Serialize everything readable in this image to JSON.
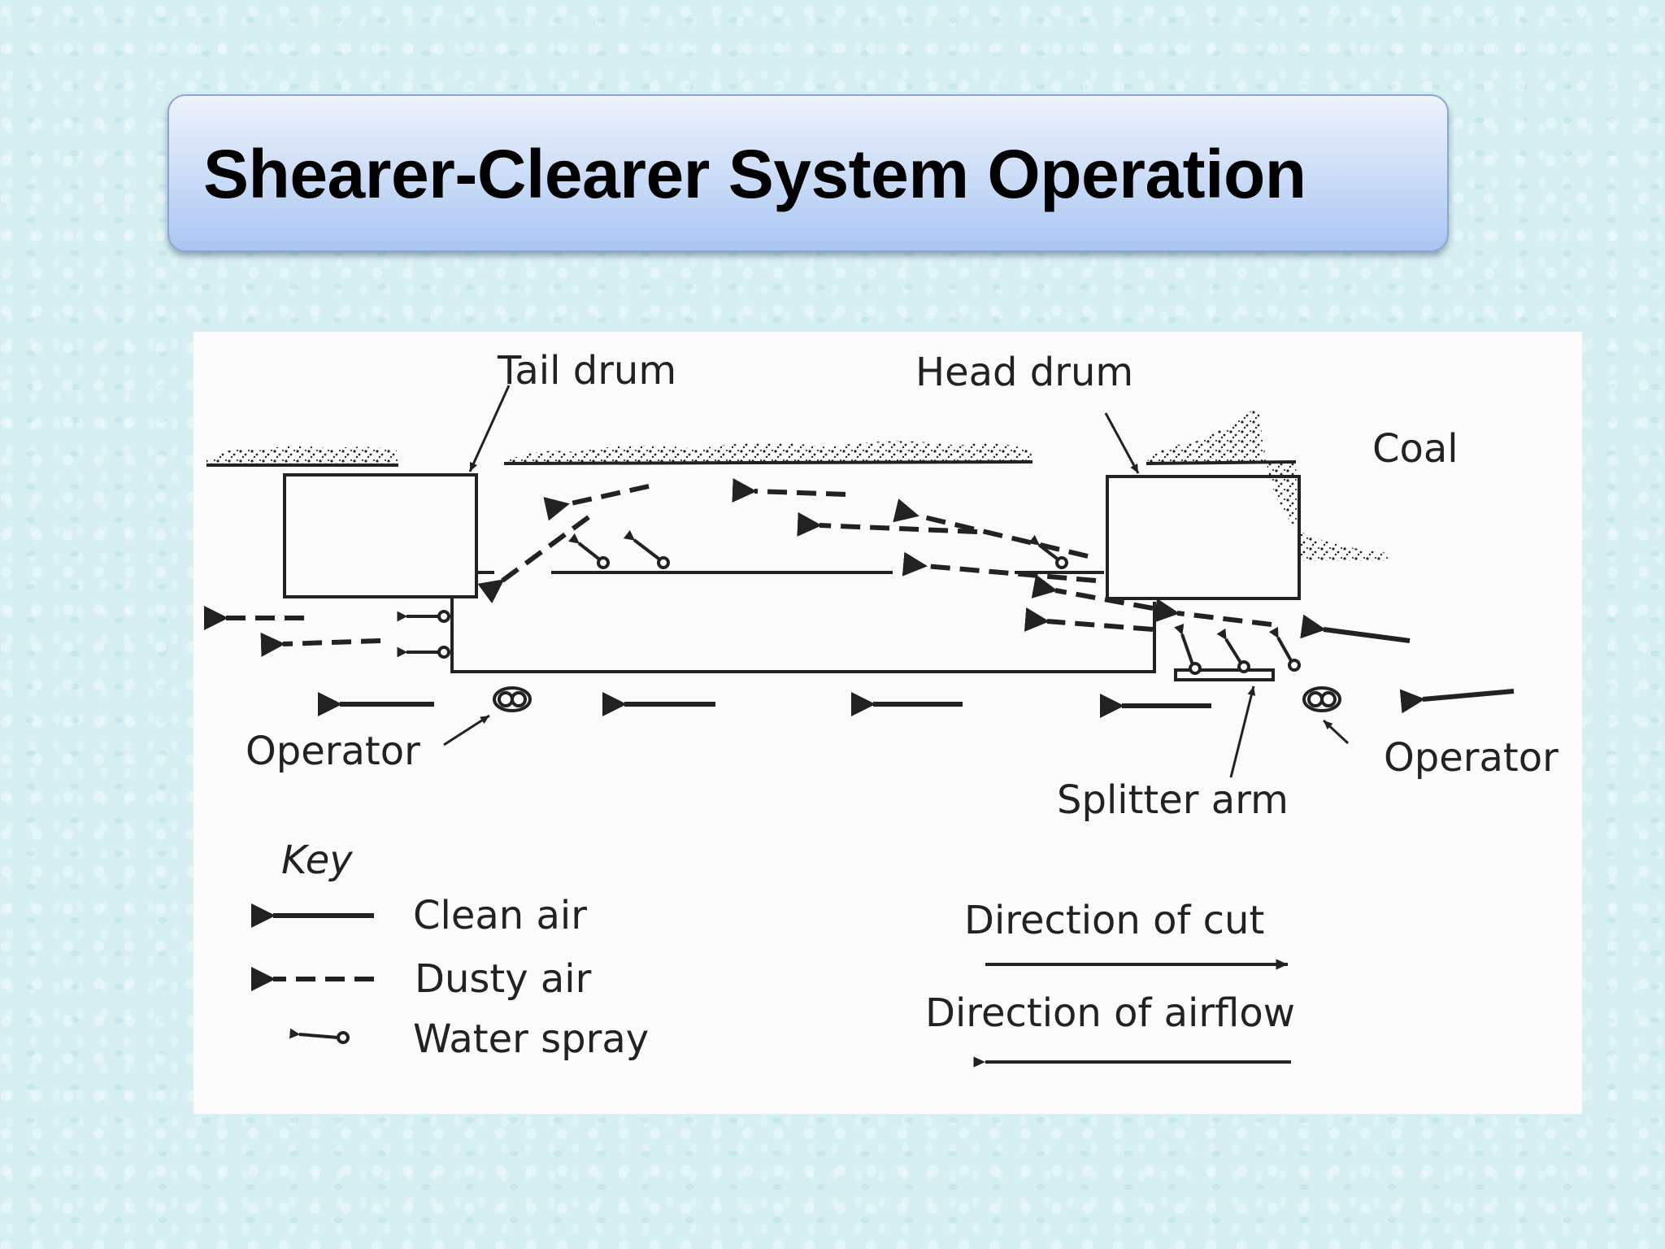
{
  "slide": {
    "title": "Shearer-Clearer System Operation"
  },
  "diagram": {
    "labels": {
      "tail_drum": "Tail drum",
      "head_drum": "Head drum",
      "coal": "Coal",
      "operator_left": "Operator",
      "operator_right": "Operator",
      "splitter_arm": "Splitter arm"
    },
    "key": {
      "title": "Key",
      "clean_air": "Clean air",
      "dusty_air": "Dusty air",
      "water_spray": "Water spray"
    },
    "directions": {
      "cut": "Direction of cut",
      "airflow": "Direction of airflow"
    }
  }
}
